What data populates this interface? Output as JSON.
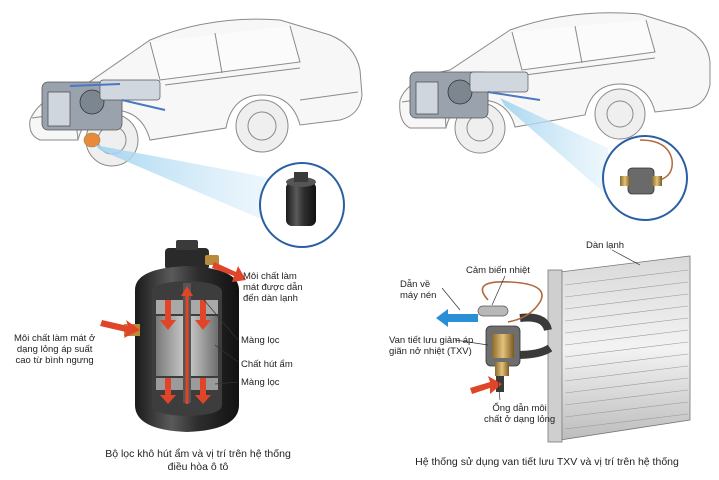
{
  "left": {
    "labels": {
      "refrigerant_out": "Môi chất làm\nmát được dẫn\nđến dàn lạnh",
      "refrigerant_in": "Môi chất làm mát ở\ndạng lỏng áp suất\ncao từ bình ngưng",
      "filter_top": "Màng lọc",
      "desiccant": "Chất hút ẩm",
      "filter_bottom": "Màng lọc"
    },
    "caption": "Bộ lọc khô hút ẩm và vị trí trên hệ thống\nđiều hòa ô tô"
  },
  "right": {
    "labels": {
      "evaporator": "Dàn lạnh",
      "temp_sensor": "Cảm biến nhiệt",
      "to_compressor": "Dẫn về\nmáy nén",
      "txv": "Van tiết lưu giảm áp\ngiãn nở nhiệt (TXV)",
      "liquid_pipe": "Ống dẫn môi\nchất ở dạng lỏng"
    },
    "caption": "Hệ thống sử dụng van tiết lưu TXV và vị trí trên hệ thống"
  },
  "colors": {
    "flow_red": "#e0452a",
    "flow_blue": "#2a8fd6",
    "highlight_blue": "#bfe0f5",
    "body_dark": "#2b2b2b"
  }
}
